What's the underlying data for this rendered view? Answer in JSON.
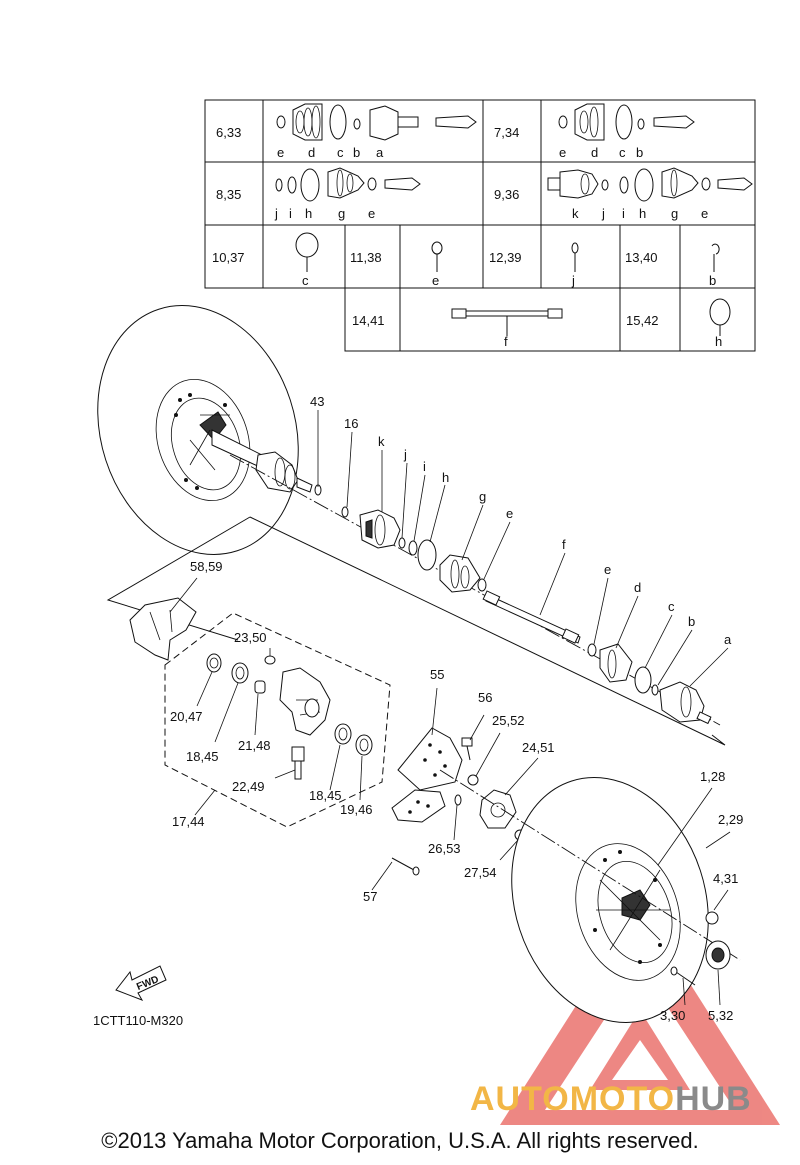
{
  "table": {
    "rows": [
      {
        "cells": [
          {
            "ref": "6,33",
            "letters": [
              "e",
              "d",
              "c",
              "b",
              "a"
            ]
          },
          {
            "ref": "7,34",
            "letters": [
              "e",
              "d",
              "c",
              "b"
            ]
          }
        ]
      },
      {
        "cells": [
          {
            "ref": "8,35",
            "letters": [
              "j",
              "i",
              "h",
              "g",
              "e"
            ]
          },
          {
            "ref": "9,36",
            "letters": [
              "k",
              "j",
              "i",
              "h",
              "g",
              "e"
            ]
          }
        ]
      },
      {
        "cells": [
          {
            "ref": "10,37",
            "letters": [
              "c"
            ]
          },
          {
            "ref": "11,38",
            "letters": [
              "e"
            ]
          },
          {
            "ref": "12,39",
            "letters": [
              "j"
            ]
          },
          {
            "ref": "13,40",
            "letters": [
              "b"
            ]
          }
        ]
      },
      {
        "cells": [
          {
            "ref": "14,41",
            "letters": [
              "f"
            ]
          },
          {
            "ref": "15,42",
            "letters": [
              "h"
            ]
          }
        ]
      }
    ]
  },
  "callouts": {
    "c43": "43",
    "c16": "16",
    "ck": "k",
    "cj": "j",
    "ci": "i",
    "ch": "h",
    "cg": "g",
    "ce1": "e",
    "cf": "f",
    "ce2": "e",
    "cd": "d",
    "cc": "c",
    "cb": "b",
    "ca": "a",
    "c58_59": "58,59",
    "c23_50": "23,50",
    "c20_47": "20,47",
    "c18_45a": "18,45",
    "c21_48": "21,48",
    "c22_49": "22,49",
    "c18_45b": "18,45",
    "c19_46": "19,46",
    "c17_44": "17,44",
    "c55": "55",
    "c56": "56",
    "c25_52": "25,52",
    "c24_51": "24,51",
    "c26_53": "26,53",
    "c27_54": "27,54",
    "c57": "57",
    "c1_28": "1,28",
    "c2_29": "2,29",
    "c4_31": "4,31",
    "c3_30": "3,30",
    "c5_32": "5,32"
  },
  "fwd_label": "FWD",
  "diagram_code": "1CTT110-M320",
  "logo": {
    "part1": "AUTOMOTO",
    "part2": "HUB",
    "accent_color": "#f2b646",
    "mark_color": "#e04040",
    "grey_color": "#8a8a8a"
  },
  "copyright": "©2013 Yamaha Motor Corporation, U.S.A. All rights reserved."
}
